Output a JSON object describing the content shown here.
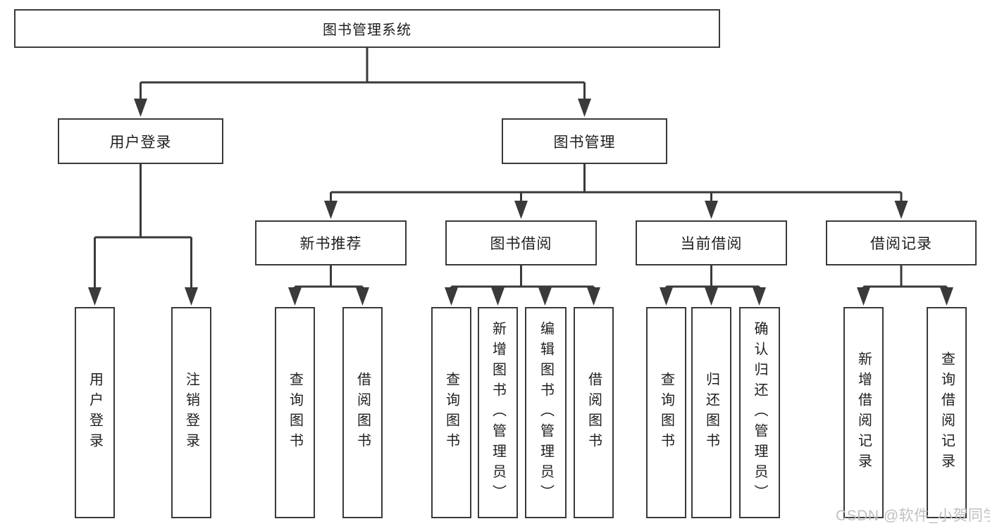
{
  "colors": {
    "line": "#3a3a3a",
    "text": "#1f1f1f",
    "background": "#ffffff",
    "watermark": "#c0c0c0"
  },
  "diagram": {
    "root": {
      "label": "图书管理系统"
    },
    "branches": [
      {
        "label": "用户登录",
        "children": [
          {
            "label": "用户登录"
          },
          {
            "label": "注销登录"
          }
        ]
      },
      {
        "label": "图书管理",
        "children": [
          {
            "label": "新书推荐",
            "children": [
              {
                "label": "查询图书"
              },
              {
                "label": "借阅图书"
              }
            ]
          },
          {
            "label": "图书借阅",
            "children": [
              {
                "label": "查询图书"
              },
              {
                "label": "新增图书（管理员）"
              },
              {
                "label": "编辑图书（管理员）"
              },
              {
                "label": "借阅图书"
              }
            ]
          },
          {
            "label": "当前借阅",
            "children": [
              {
                "label": "查询图书"
              },
              {
                "label": "归还图书"
              },
              {
                "label": "确认归还（管理员）"
              }
            ]
          },
          {
            "label": "借阅记录",
            "children": [
              {
                "label": "新增借阅记录"
              },
              {
                "label": "查询借阅记录"
              }
            ]
          }
        ]
      }
    ]
  },
  "watermark": {
    "text": "CSDN @软件_小贺同学"
  }
}
